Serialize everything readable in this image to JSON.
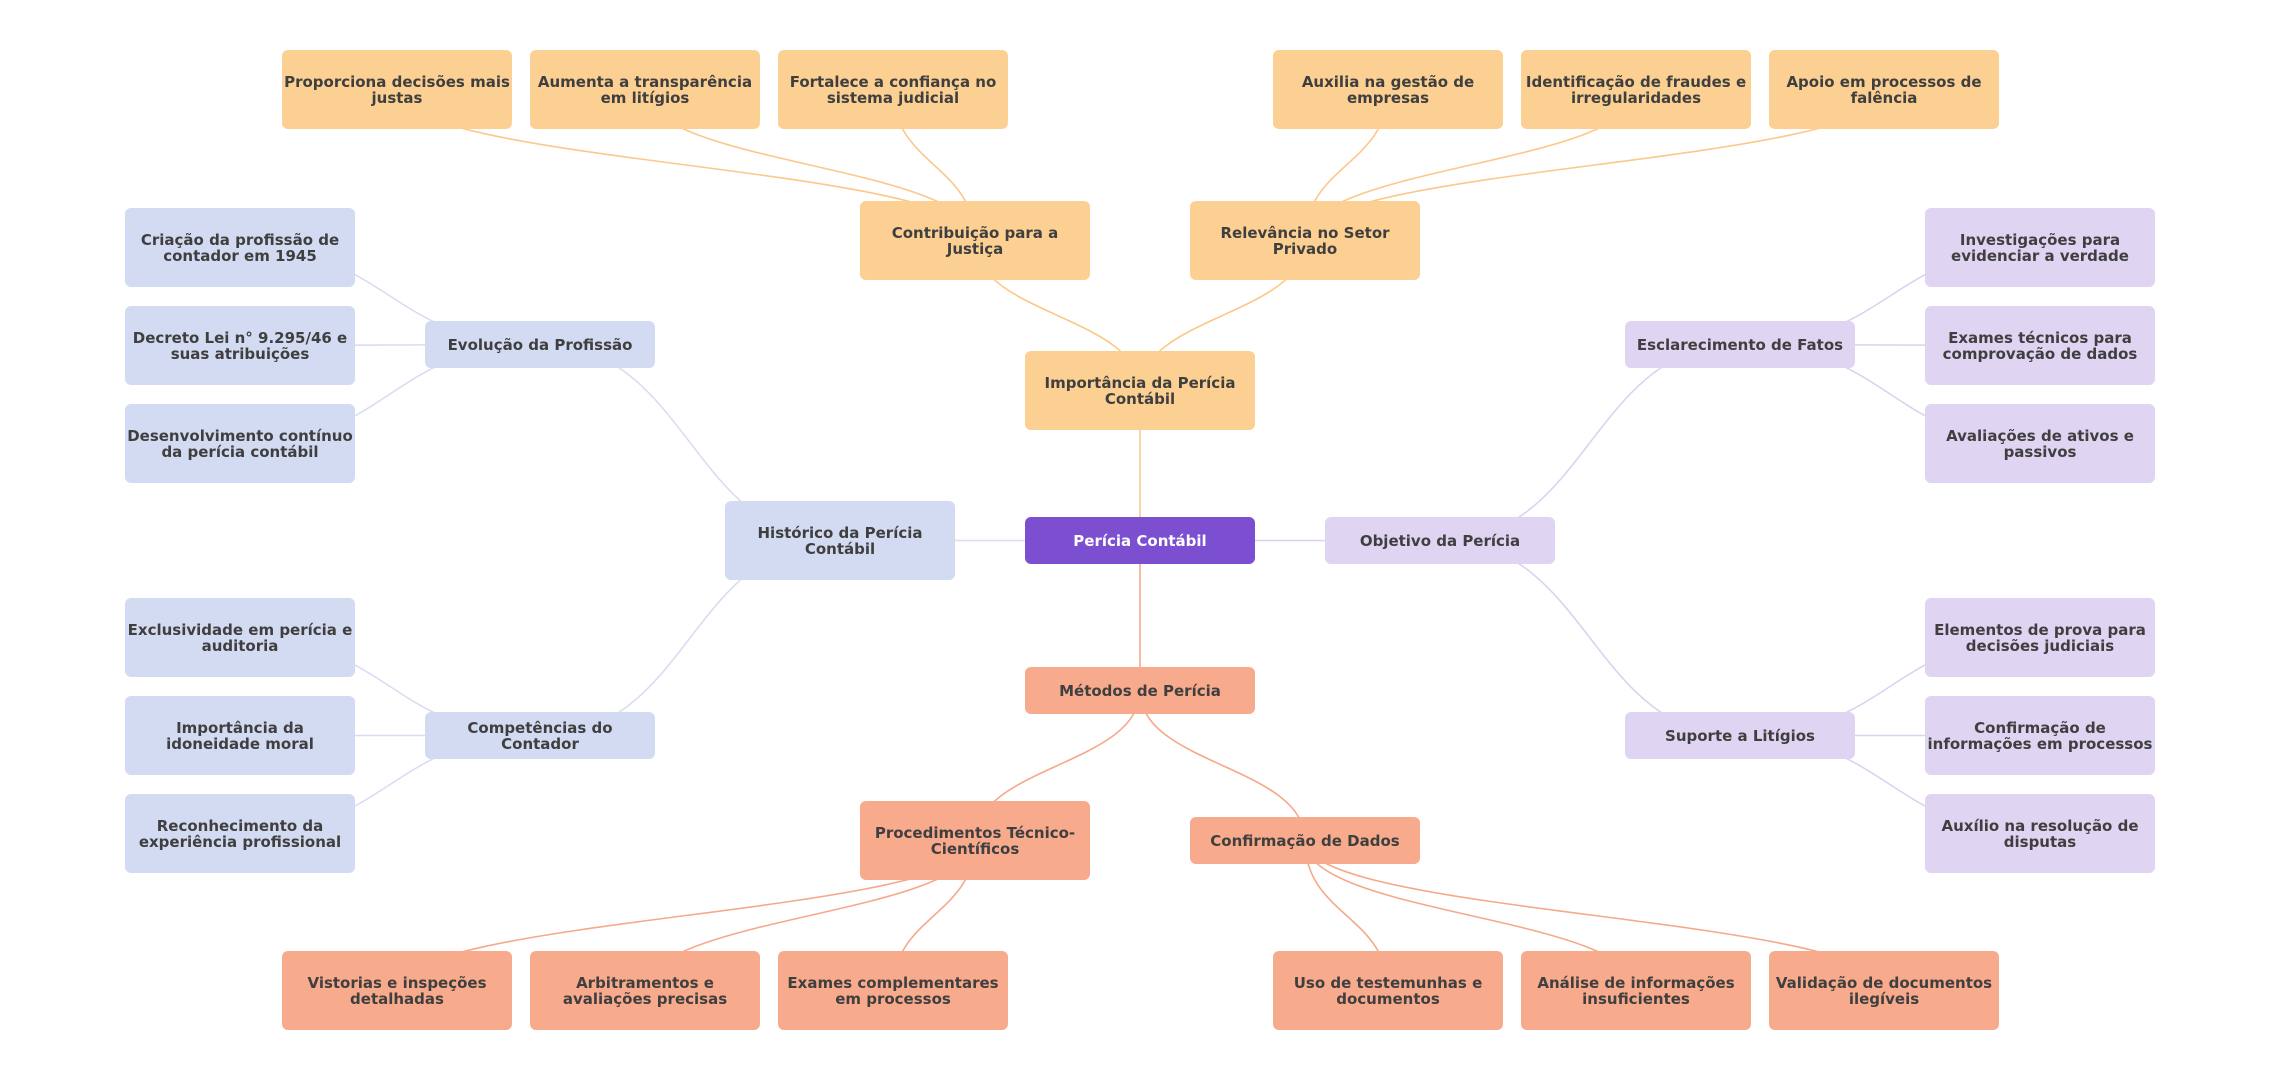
{
  "root": "Perícia Contábil",
  "colors": {
    "root": "#7b4fcf",
    "yellow": "#fcd092",
    "blue": "#d3dbf2",
    "purple": "#dfd4f2",
    "orange": "#f8aa8c",
    "edge_yellow": "#fcc88a",
    "edge_blue": "#d8def0",
    "edge_purple": "#ddd2ee",
    "edge_orange": "#f6a98a"
  },
  "importancia": {
    "label": "Importância da Perícia Contábil",
    "contribuicao": {
      "label": "Contribuição para a Justiça",
      "items": [
        "Proporciona decisões mais justas",
        "Aumenta a transparência em litígios",
        "Fortalece a confiança no sistema judicial"
      ]
    },
    "relevancia": {
      "label": "Relevância no Setor Privado",
      "items": [
        "Auxilia na gestão de empresas",
        "Identificação de fraudes e irregularidades",
        "Apoio em processos de falência"
      ]
    }
  },
  "historico": {
    "label": "Histórico da Perícia Contábil",
    "evolucao": {
      "label": "Evolução da Profissão",
      "items": [
        "Criação da profissão de contador em 1945",
        "Decreto Lei n° 9.295/46 e suas atribuições",
        "Desenvolvimento contínuo da perícia contábil"
      ]
    },
    "competencias": {
      "label": "Competências do Contador",
      "items": [
        "Exclusividade em perícia e auditoria",
        "Importância da idoneidade moral",
        "Reconhecimento da experiência profissional"
      ]
    }
  },
  "objetivo": {
    "label": "Objetivo da Perícia",
    "esclarecimento": {
      "label": "Esclarecimento de Fatos",
      "items": [
        "Investigações para evidenciar a verdade",
        "Exames técnicos para comprovação de dados",
        "Avaliações de ativos e passivos"
      ]
    },
    "suporte": {
      "label": "Suporte a Litígios",
      "items": [
        "Elementos de prova para decisões judiciais",
        "Confirmação de informações em processos",
        "Auxílio na resolução de disputas"
      ]
    }
  },
  "metodos": {
    "label": "Métodos de Perícia",
    "procedimentos": {
      "label": "Procedimentos Técnico-Científicos",
      "items": [
        "Vistorias e inspeções detalhadas",
        "Arbitramentos e avaliações precisas",
        "Exames complementares em processos"
      ]
    },
    "confirmacao": {
      "label": "Confirmação de Dados",
      "items": [
        "Uso de testemunhas e documentos",
        "Análise de informações insuficientes",
        "Validação de documentos ilegíveis"
      ]
    }
  }
}
